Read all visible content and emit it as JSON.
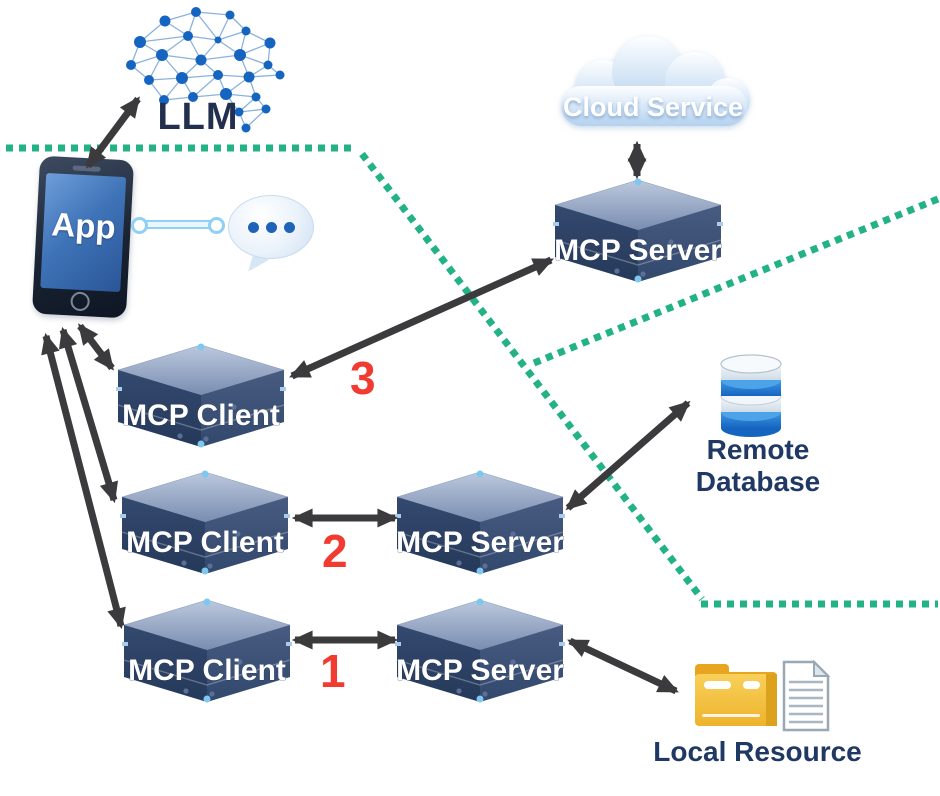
{
  "diagram": {
    "llm_label": "LLM",
    "app_label": "App",
    "cloud_label": "Cloud Service",
    "remote_db_label": "Remote Database",
    "local_resource_label": "Local Resource",
    "servers": {
      "top": "MCP Server",
      "middle": "MCP Server",
      "bottom": "MCP Server"
    },
    "clients": {
      "top": "MCP Client",
      "middle": "MCP Client",
      "bottom": "MCP Client"
    },
    "numbers": {
      "n1": "1",
      "n2": "2",
      "n3": "3"
    },
    "colors": {
      "boundary_dotted": "#22b286",
      "arrow": "#3b3b3d",
      "number_red": "#f23b30",
      "cube_front_left": "#2e4468",
      "cube_front_right": "#3a5277",
      "cube_top": "#93a5c4",
      "label_navy": "#1f3864",
      "phone_screen_blue": "#3f74b8",
      "folder_yellow": "#f3bd3b",
      "db_blue": "#2a7fd4"
    }
  }
}
